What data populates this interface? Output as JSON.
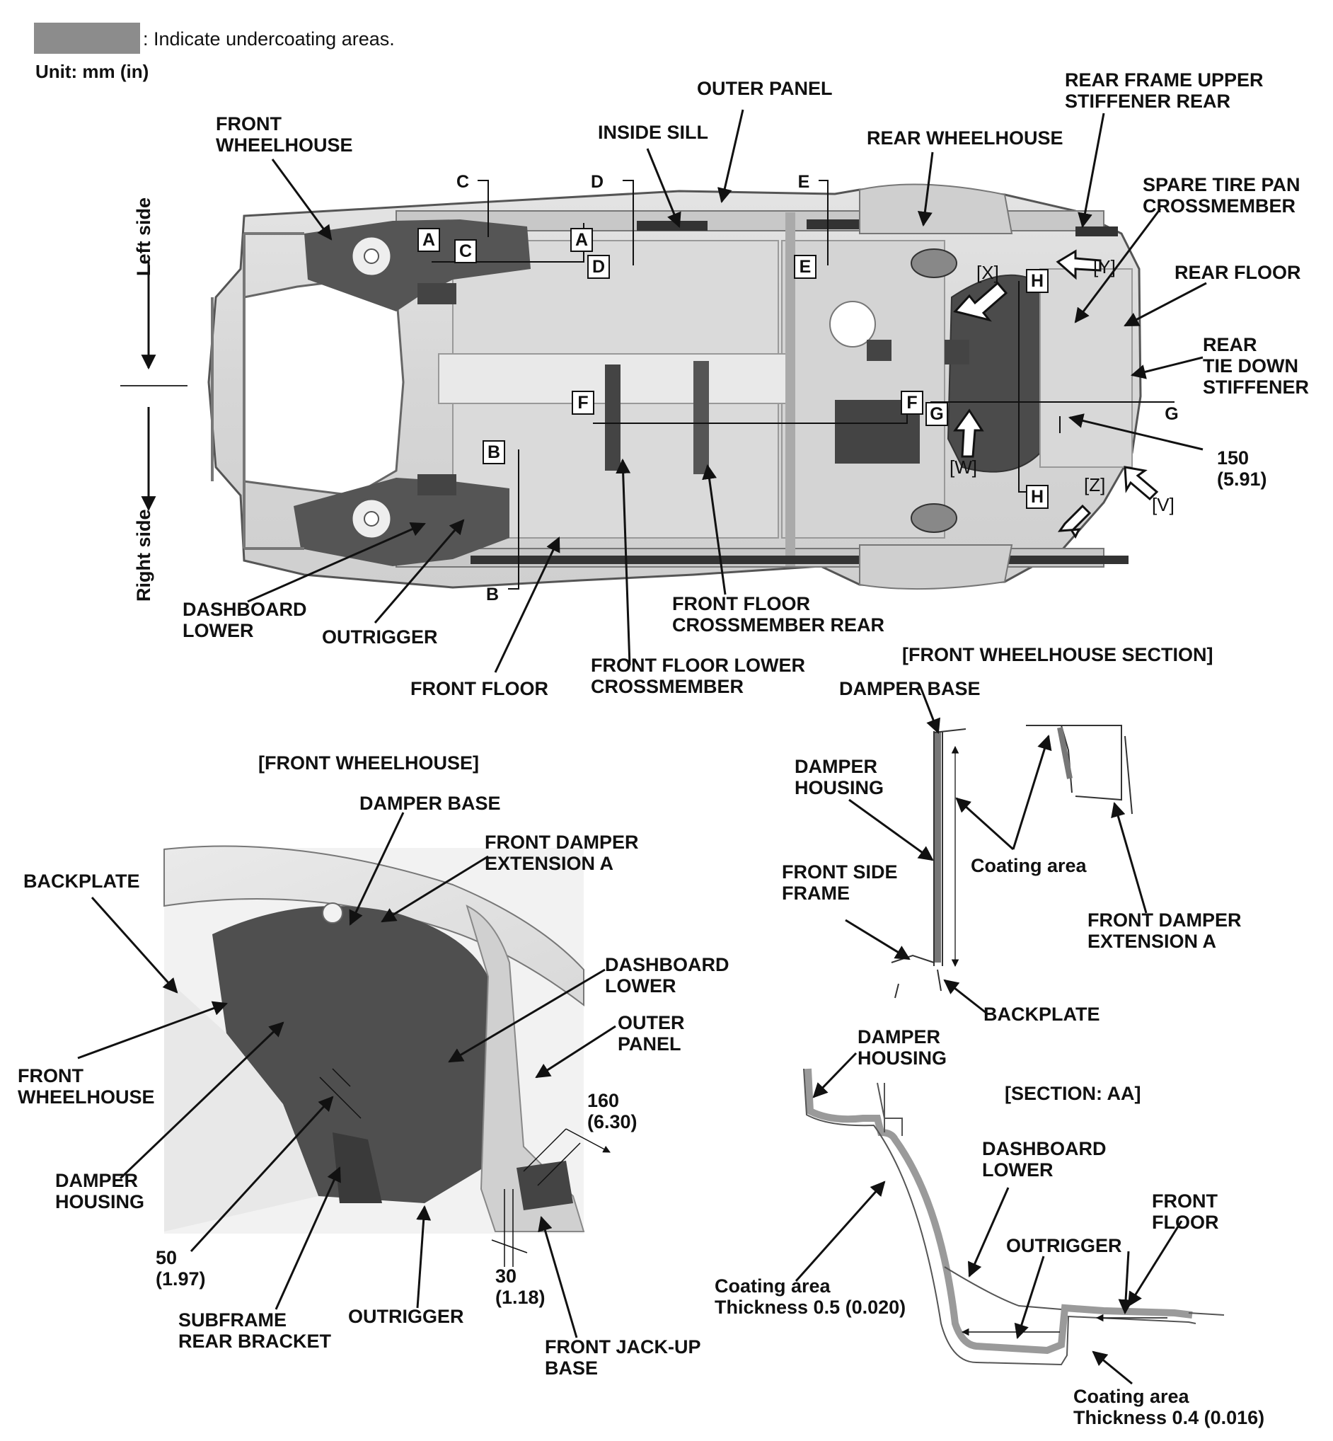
{
  "legend": {
    "text": ": Indicate undercoating areas.",
    "unit": "Unit: mm (in)",
    "swatch_color": "#8c8c8c"
  },
  "sides": {
    "left": "Left side",
    "right": "Right side"
  },
  "main_labels": {
    "outer_panel": "OUTER PANEL",
    "inside_sill": "INSIDE SILL",
    "front_wheelhouse": "FRONT\nWHEELHOUSE",
    "rear_wheelhouse": "REAR WHEELHOUSE",
    "rear_frame_upper": "REAR FRAME UPPER\nSTIFFENER REAR",
    "spare_tire": "SPARE TIRE PAN\nCROSSMEMBER",
    "rear_floor": "REAR FLOOR",
    "rear_tie_down": "REAR\nTIE DOWN\nSTIFFENER",
    "dim_150": "150\n(5.91)",
    "dashboard_lower": "DASHBOARD\nLOWER",
    "outrigger": "OUTRIGGER",
    "front_floor": "FRONT FLOOR",
    "front_floor_lower_cm": "FRONT FLOOR LOWER\nCROSSMEMBER",
    "front_floor_cm_rear": "FRONT FLOOR\nCROSSMEMBER REAR"
  },
  "section_keys": [
    "A",
    "B",
    "C",
    "D",
    "E",
    "F",
    "G",
    "H"
  ],
  "view_keys": [
    "[X]",
    "[Y]",
    "[W]",
    "[Z]",
    "[V]"
  ],
  "wheelhouse_view": {
    "title": "[FRONT WHEELHOUSE]",
    "damper_base": "DAMPER BASE",
    "front_damper_ext": "FRONT DAMPER\nEXTENSION A",
    "backplate": "BACKPLATE",
    "dashboard_lower": "DASHBOARD\nLOWER",
    "outer_panel": "OUTER\nPANEL",
    "front_wheelhouse": "FRONT\nWHEELHOUSE",
    "dim_160": "160\n(6.30)",
    "damper_housing": "DAMPER\nHOUSING",
    "dim_50": "50\n(1.97)",
    "dim_30": "30\n(1.18)",
    "subframe": "SUBFRAME\nREAR BRACKET",
    "outrigger": "OUTRIGGER",
    "front_jackup": "FRONT JACK-UP\nBASE"
  },
  "wheelhouse_section": {
    "title": "[FRONT WHEELHOUSE SECTION]",
    "damper_base": "DAMPER BASE",
    "damper_housing": "DAMPER\nHOUSING",
    "coating_area": "Coating area",
    "front_side_frame": "FRONT SIDE\nFRAME",
    "front_damper_ext": "FRONT DAMPER\nEXTENSION A",
    "backplate": "BACKPLATE"
  },
  "section_aa": {
    "title": "[SECTION: AA]",
    "damper_housing": "DAMPER\nHOUSING",
    "dashboard_lower": "DASHBOARD\nLOWER",
    "front_floor": "FRONT\nFLOOR",
    "outrigger": "OUTRIGGER",
    "coating_05": "Coating area\nThickness 0.5 (0.020)",
    "coating_04": "Coating area\nThickness 0.4 (0.016)"
  }
}
